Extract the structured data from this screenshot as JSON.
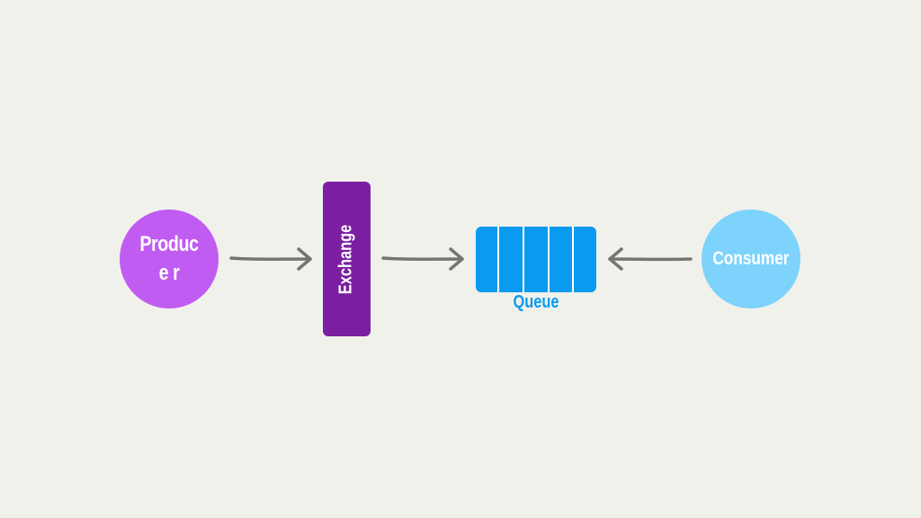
{
  "diagram": {
    "producer": {
      "label": "Produce r",
      "color": "#c15cf2"
    },
    "exchange": {
      "label": "Exchange",
      "color": "#7b1fa2"
    },
    "queue": {
      "label": "Queue",
      "color": "#0a9bf0",
      "slots": 5
    },
    "consumer": {
      "label": "Consumer",
      "color": "#7dd3fb"
    },
    "edges": [
      {
        "from": "producer",
        "to": "exchange"
      },
      {
        "from": "exchange",
        "to": "queue"
      },
      {
        "from": "consumer",
        "to": "queue"
      }
    ],
    "arrow_color": "#75756f",
    "background": "#f1f1ec"
  }
}
